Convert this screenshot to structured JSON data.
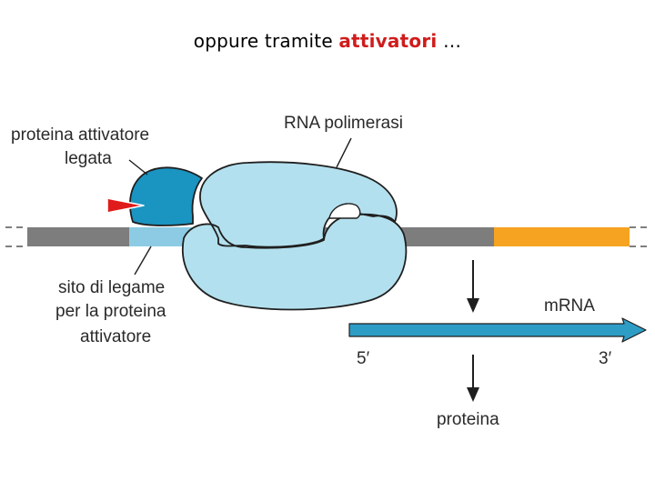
{
  "slide": {
    "title_before": "oppure tramite ",
    "title_highlight": "attivatori",
    "title_after": " …"
  },
  "labels": {
    "activator_line1": "proteina attivatore",
    "activator_line2": "legata",
    "polymerase": "RNA polimerasi",
    "binding_site_line1": "sito di legame",
    "binding_site_line2": "per la proteina",
    "binding_site_line3": "attivatore",
    "mrna": "m",
    "mrna_rest": "RNA",
    "five_prime": "5′",
    "three_prime": "3′",
    "protein": "proteina"
  },
  "colors": {
    "dna_gray": "#7d7d7d",
    "binding_site": "#8ccbe3",
    "promoter_yellow": "#ffff00",
    "gene_orange": "#f5a320",
    "polymerase_fill": "#b3e0ee",
    "activator_fill": "#1a94c1",
    "signal_red": "#e01b1b",
    "mrna_arrow": "#2e9dc6",
    "title_highlight": "#d01c1c"
  }
}
